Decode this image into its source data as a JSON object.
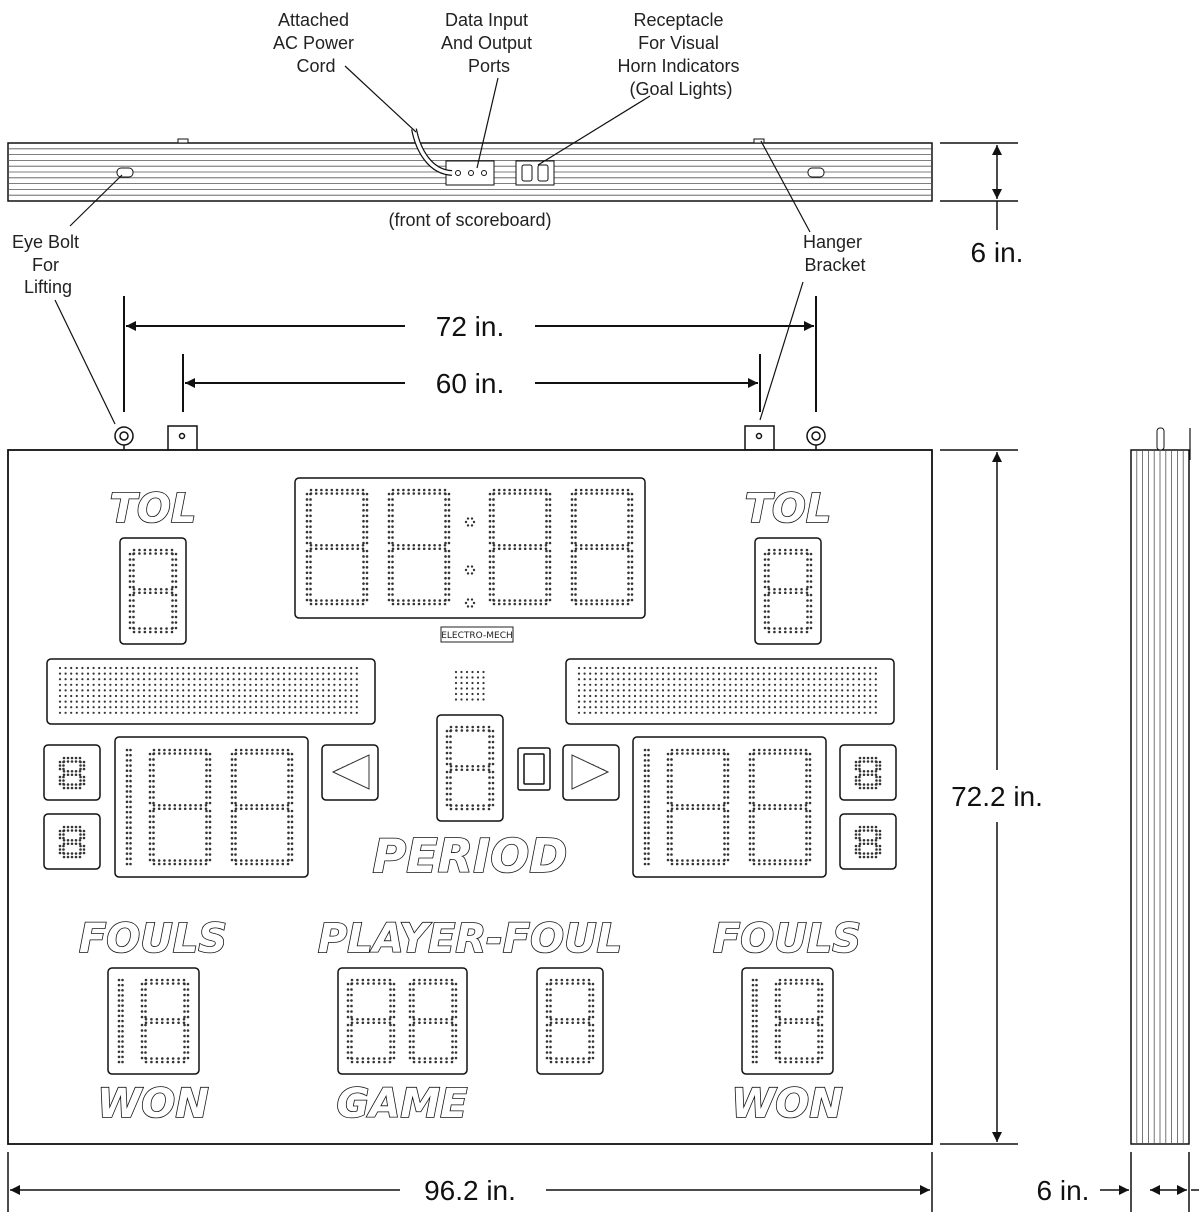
{
  "callouts": {
    "power_cord": [
      "Attached",
      "AC Power",
      "Cord"
    ],
    "data_ports": [
      "Data Input",
      "And Output",
      "Ports"
    ],
    "receptacle": [
      "Receptacle",
      "For Visual",
      "Horn Indicators",
      "(Goal Lights)"
    ],
    "front_note": "(front of scoreboard)",
    "eye_bolt": [
      "Eye Bolt",
      "For",
      "Lifting"
    ],
    "hanger": [
      "Hanger",
      "Bracket"
    ]
  },
  "dimensions": {
    "top_depth": "6 in.",
    "eyebolt_span": "72 in.",
    "hanger_span": "60 in.",
    "height": "72.2 in.",
    "width": "96.2 in.",
    "side_depth": "6 in."
  },
  "panel_labels": {
    "tol_left": "TOL",
    "tol_right": "TOL",
    "period": "PERIOD",
    "fouls_left": "FOULS",
    "player_foul": "PLAYER-FOUL",
    "fouls_right": "FOULS",
    "won_left": "WON",
    "game": "GAME",
    "won_right": "WON"
  },
  "brand": "ELECTRO-MECH",
  "colors": {
    "line": "#111111",
    "dot": "#333333",
    "panel": "#ffffff"
  }
}
